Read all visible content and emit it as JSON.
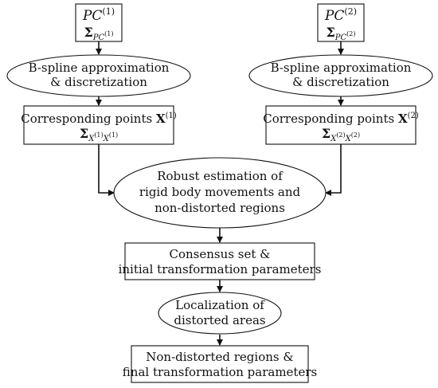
{
  "diagram": {
    "nodes": {
      "pc1": {
        "pc_base": "PC",
        "pc_sup": "(1)",
        "sigma_symbol": "Σ",
        "sigma_sub_base": "PC",
        "sigma_sub_sup": "(1)"
      },
      "pc2": {
        "pc_base": "PC",
        "pc_sup": "(2)",
        "sigma_symbol": "Σ",
        "sigma_sub_base": "PC",
        "sigma_sub_sup": "(2)"
      },
      "bspline1": {
        "line1": "B-spline approximation",
        "line2": "& discretization"
      },
      "bspline2": {
        "line1": "B-spline approximation",
        "line2": "& discretization"
      },
      "corr1": {
        "text": "Corresponding points ",
        "vec": "X",
        "sup": "(1)",
        "sigma_symbol": "Σ",
        "sub_a": "X",
        "sub_a_sup": "(1)",
        "sub_b": "X",
        "sub_b_sup": "(1)"
      },
      "corr2": {
        "text": "Corresponding points ",
        "vec": "X",
        "sup": "(2)",
        "sigma_symbol": "Σ",
        "sub_a": "X",
        "sub_a_sup": "(2)",
        "sub_b": "X",
        "sub_b_sup": "(2)"
      },
      "robust": {
        "line1": "Robust estimation of",
        "line2": "rigid body movements and",
        "line3": "non-distorted regions"
      },
      "consensus": {
        "line1": "Consensus set &",
        "line2": "initial transformation parameters"
      },
      "localization": {
        "line1": "Localization of",
        "line2": "distorted areas"
      },
      "final": {
        "line1": "Non-distorted regions &",
        "line2": "final transformation parameters"
      }
    },
    "edges": [
      {
        "from": "pc1",
        "to": "bspline1"
      },
      {
        "from": "pc2",
        "to": "bspline2"
      },
      {
        "from": "bspline1",
        "to": "corr1"
      },
      {
        "from": "bspline2",
        "to": "corr2"
      },
      {
        "from": "corr1",
        "to": "robust"
      },
      {
        "from": "corr2",
        "to": "robust"
      },
      {
        "from": "robust",
        "to": "consensus"
      },
      {
        "from": "consensus",
        "to": "localization"
      },
      {
        "from": "localization",
        "to": "final"
      }
    ]
  }
}
